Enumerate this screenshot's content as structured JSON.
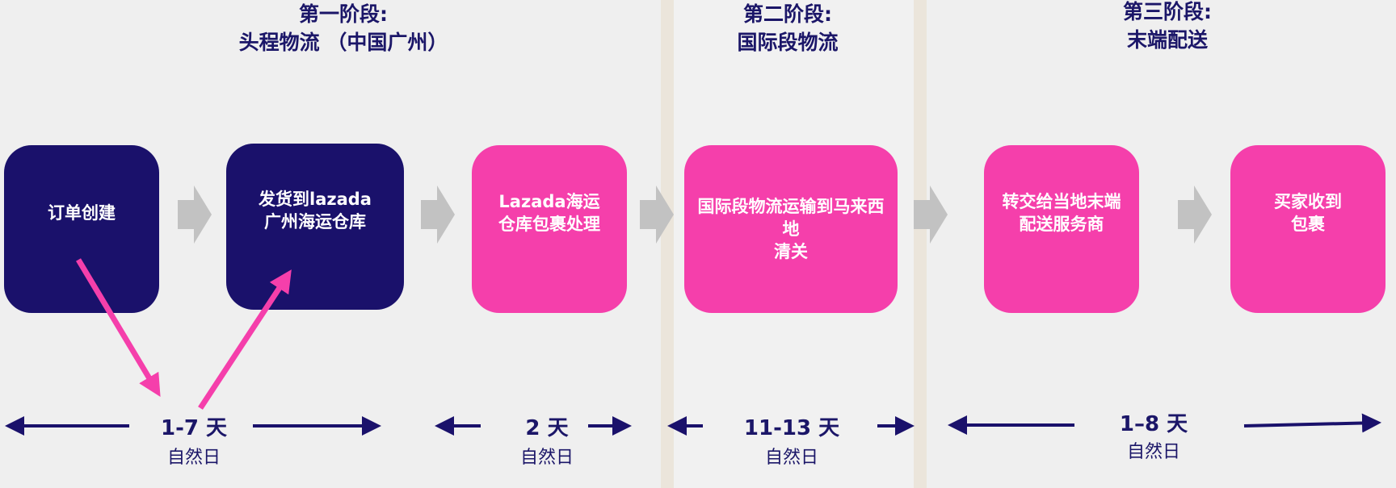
{
  "stages": [
    {
      "line1": "第一阶段:",
      "line2": "头程物流 （中国广州）"
    },
    {
      "line1": "第二阶段:",
      "line2": "国际段物流"
    },
    {
      "line1": "第三阶段:",
      "line2": "末端配送"
    }
  ],
  "steps": [
    {
      "label": "订单创建",
      "color": "#1a116b"
    },
    {
      "label": "发货到lazada\n广州海运仓库",
      "color": "#1a116b"
    },
    {
      "label": "Lazada海运\n仓库包裹处理",
      "color": "#f53fab"
    },
    {
      "label": "国际段物流运输到马来西\n地\n清关",
      "color": "#f53fab"
    },
    {
      "label": "转交给当地末端\n配送服务商",
      "color": "#f53fab"
    },
    {
      "label": "买家收到\n包裹",
      "color": "#f53fab"
    }
  ],
  "durations": [
    {
      "value": "1-7 天",
      "unit": "自然日"
    },
    {
      "value": "2 天",
      "unit": "自然日"
    },
    {
      "value": "11-13 天",
      "unit": "自然日"
    },
    {
      "value": "1–8 天",
      "unit": "自然日"
    }
  ],
  "colors": {
    "navy": "#1a116b",
    "pink": "#f53fab",
    "gray_arrow": "#c2c2c2",
    "text_navy": "#1b1668"
  }
}
